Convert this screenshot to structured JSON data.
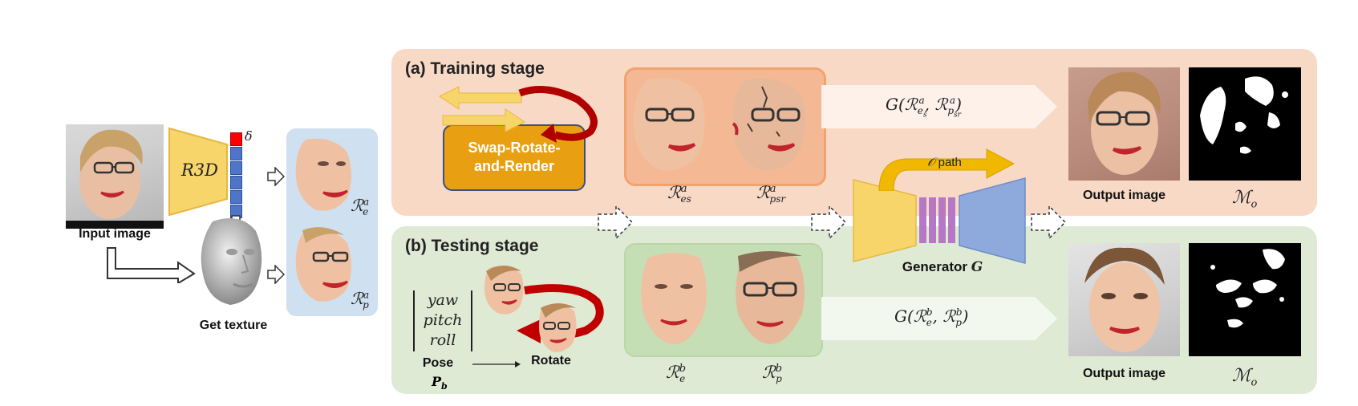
{
  "left": {
    "input_label": "Input image",
    "r3d_label": "R3D",
    "delta_symbol": "δ",
    "texture_label": "Get texture",
    "re_label": "ℛ",
    "re_sup": "a",
    "re_sub": "e",
    "rp_label": "ℛ",
    "rp_sup": "a",
    "rp_sub": "p"
  },
  "training": {
    "title": "(a) Training stage",
    "swap_label_line1": "Swap-Rotate-",
    "swap_label_line2": "and-Render",
    "face1_label": "ℛ",
    "face1_sup": "a",
    "face1_sub": "es",
    "face2_label": "ℛ",
    "face2_sup": "a",
    "face2_sub": "psr",
    "generator_formula": "G(ℛ",
    "output_label": "Output image",
    "mask_label": "ℳ",
    "mask_sub": "o"
  },
  "generator": {
    "label": "Generator",
    "symbol": "G",
    "path_label": "path",
    "path_symbol": "𝒪"
  },
  "testing": {
    "title": "(b) Testing stage",
    "pose_matrix": [
      "yaw",
      "pitch",
      "roll"
    ],
    "pose_label": "Pose",
    "pose_symbol": "P",
    "pose_sub": "b",
    "rotate_label": "Rotate",
    "face1_label": "ℛ",
    "face1_sup": "b",
    "face1_sub": "e",
    "face2_label": "ℛ",
    "face2_sup": "b",
    "face2_sub": "p",
    "output_label": "Output image",
    "mask_label": "ℳ",
    "mask_sub": "o"
  },
  "colors": {
    "training_bg": "#f8d9c6",
    "testing_bg": "#dfead5",
    "left_panel_bg": "#cfe0f0",
    "encoder_yellow": "#f7d56b",
    "decoder_blue": "#8ea9db",
    "bottleneck_purple": "#b678c4",
    "swap_orange": "#e8a012",
    "rotate_red": "#c00000"
  }
}
